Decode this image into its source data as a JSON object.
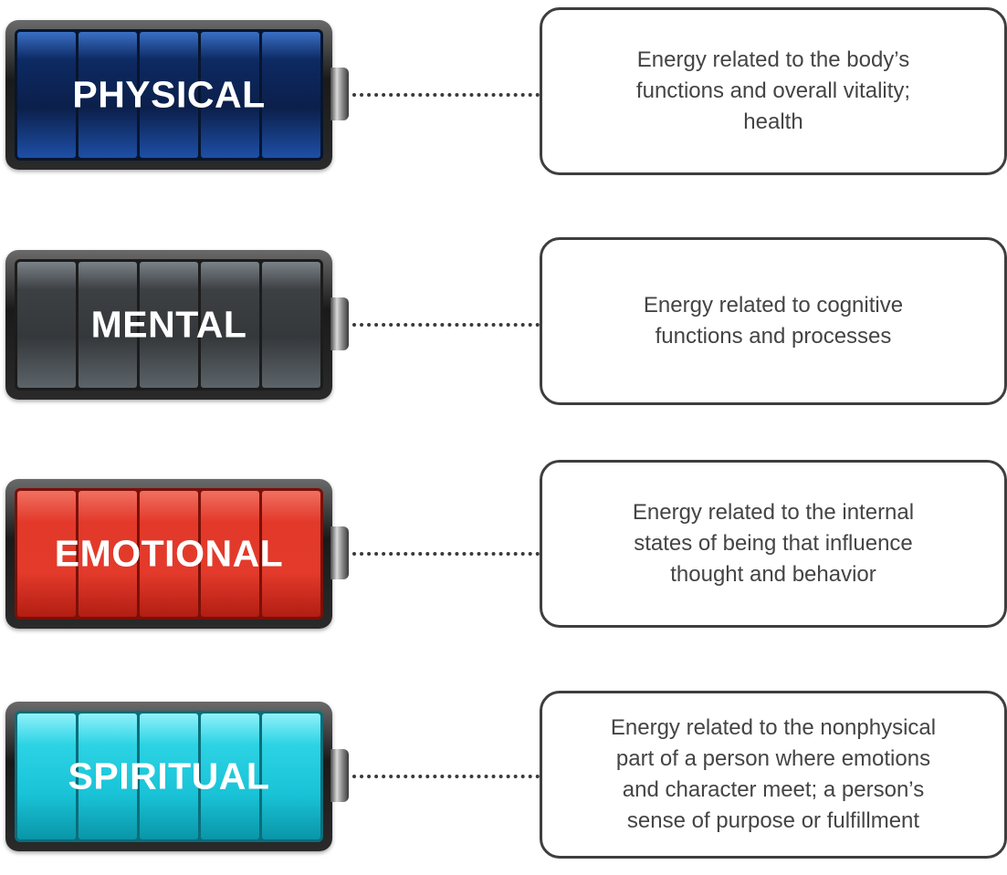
{
  "items": [
    {
      "id": "physical",
      "label": "PHYSICAL",
      "color": "#0b1f4a",
      "description_lines": [
        "Energy related to the body’s",
        "functions and overall vitality;",
        "health"
      ]
    },
    {
      "id": "mental",
      "label": "MENTAL",
      "color": "#35383b",
      "description_lines": [
        "Energy related to cognitive",
        "functions and processes"
      ]
    },
    {
      "id": "emotional",
      "label": "EMOTIONAL",
      "color": "#e33a2b",
      "description_lines": [
        "Energy related to the internal",
        "states of being that influence",
        "thought and behavior"
      ]
    },
    {
      "id": "spiritual",
      "label": "SPIRITUAL",
      "color": "#19c2d6",
      "description_lines": [
        "Energy related to the nonphysical",
        "part of a person where emotions",
        "and character meet; a person’s",
        "sense of purpose or fulfillment"
      ]
    }
  ]
}
